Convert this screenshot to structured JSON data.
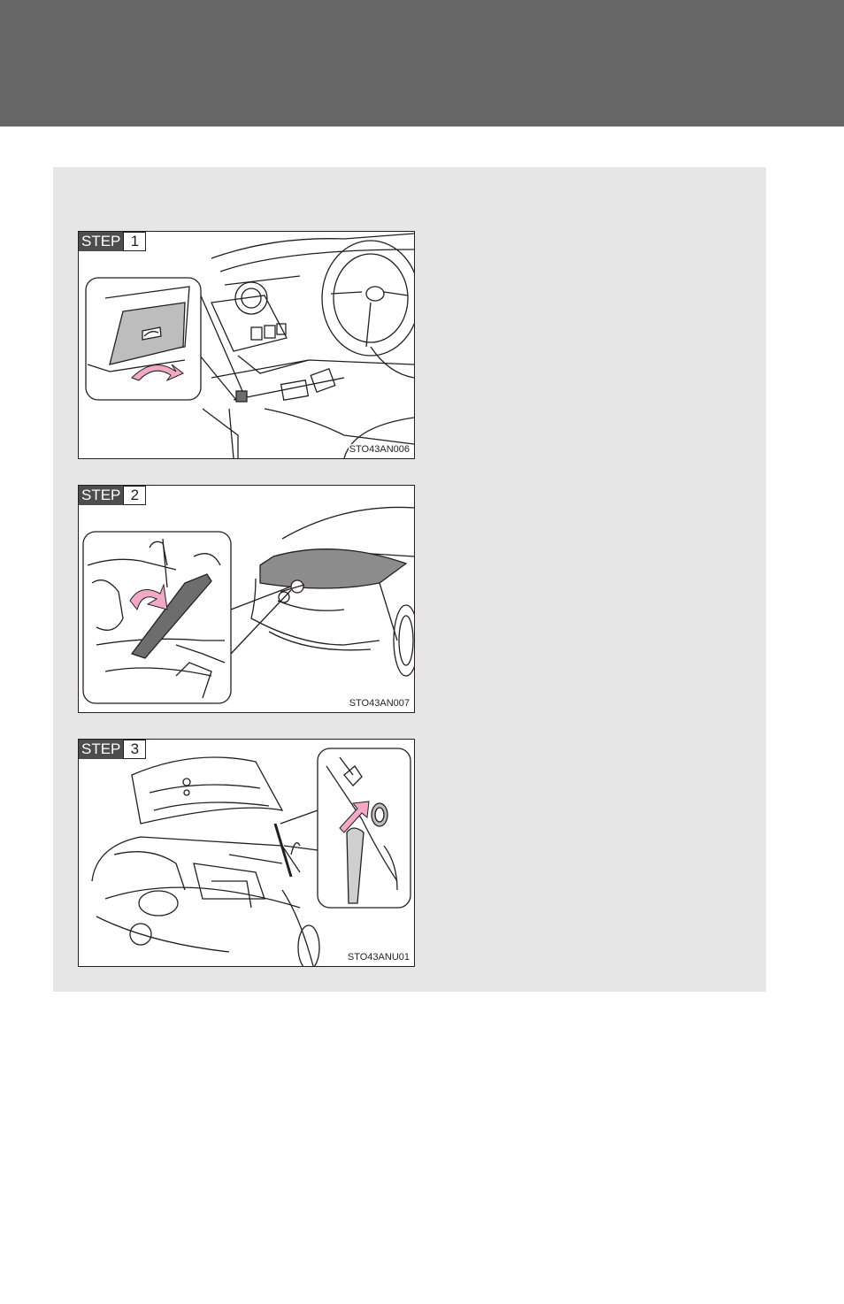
{
  "colors": {
    "header_band": "#666666",
    "panel_background": "#e6e6e6",
    "step_tag": "#4d4d4d",
    "arrow_pink": "#f2a9c6",
    "line": "#231f20"
  },
  "figures": [
    {
      "step_label": "STEP",
      "step_number": "1",
      "code": "STO43AN006",
      "icons": [
        "hood-release-lever-icon",
        "pull-arrow-icon"
      ]
    },
    {
      "step_label": "STEP",
      "step_number": "2",
      "code": "STO43AN007",
      "icons": [
        "auxiliary-catch-lever-icon",
        "push-up-arrow-icon"
      ]
    },
    {
      "step_label": "STEP",
      "step_number": "3",
      "code": "STO43ANU01",
      "icons": [
        "support-rod-icon",
        "insert-arrow-icon"
      ]
    }
  ]
}
